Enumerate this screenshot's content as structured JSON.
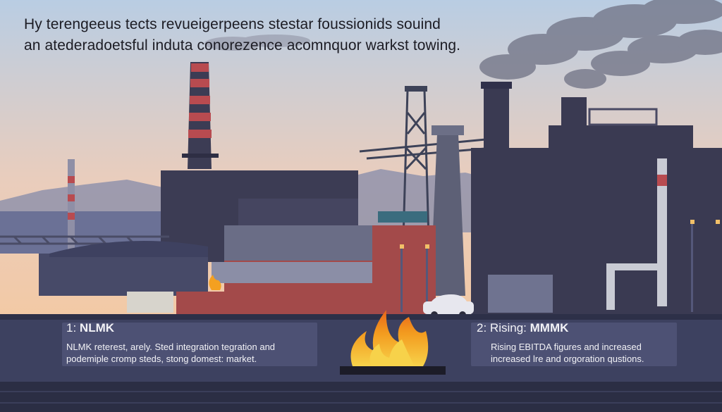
{
  "headline": {
    "line1": "Hy terengeeus tects revueigerpeens stestar foussionids souind",
    "line2": "an atederadoetsful induta conorezence acomnquor warkst towing."
  },
  "left_card": {
    "number": "1:",
    "title": "NLMK",
    "line1": "NLMK reterest, arely. Sted integration tegration and",
    "line2": "podemiple cromp steds, stong domest: market."
  },
  "right_card": {
    "number": "2:",
    "title_prefix": "Rising:",
    "title": "MMMK",
    "line1": "Rising EBITDA figures and increased",
    "line2": "increased lre and orgoration qustions."
  },
  "colors": {
    "sky_top": "#b9cde3",
    "sky_bottom": "#f3c9a4",
    "building_dark": "#3c3c54",
    "brick_red": "#a34a4a",
    "flame": "#f4a020",
    "panel_bg": "#52567a"
  }
}
